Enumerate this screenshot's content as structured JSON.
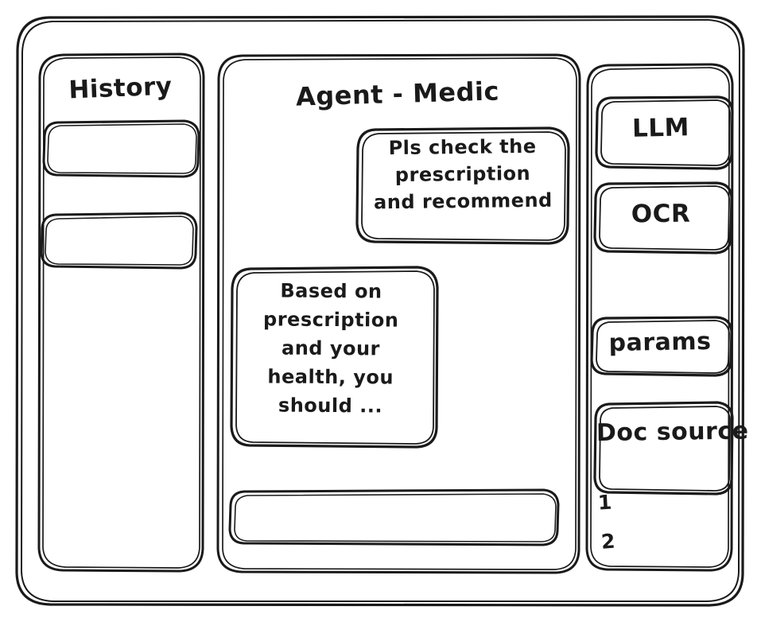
{
  "meta": {
    "style": "hand-drawn-wireframe",
    "stroke_color": "#1a1a1a",
    "background_color": "#ffffff"
  },
  "sidebar_left": {
    "title": "History",
    "items": [
      {
        "label": ""
      },
      {
        "label": ""
      }
    ]
  },
  "main": {
    "title": "Agent - Medic",
    "messages": [
      {
        "role": "user",
        "align": "right",
        "text": "Pls check the\nprescription\nand recommend"
      },
      {
        "role": "assistant",
        "align": "left",
        "text": "Based on\nprescription\nand your\nhealth, you\nshould ..."
      }
    ],
    "composer": {
      "value": "",
      "placeholder": ""
    }
  },
  "sidebar_right": {
    "tools": [
      {
        "label": "LLM"
      },
      {
        "label": "OCR"
      },
      {
        "label": "params"
      },
      {
        "label": "Doc source"
      }
    ],
    "source_list": [
      {
        "label": "1"
      },
      {
        "label": "2"
      }
    ]
  }
}
